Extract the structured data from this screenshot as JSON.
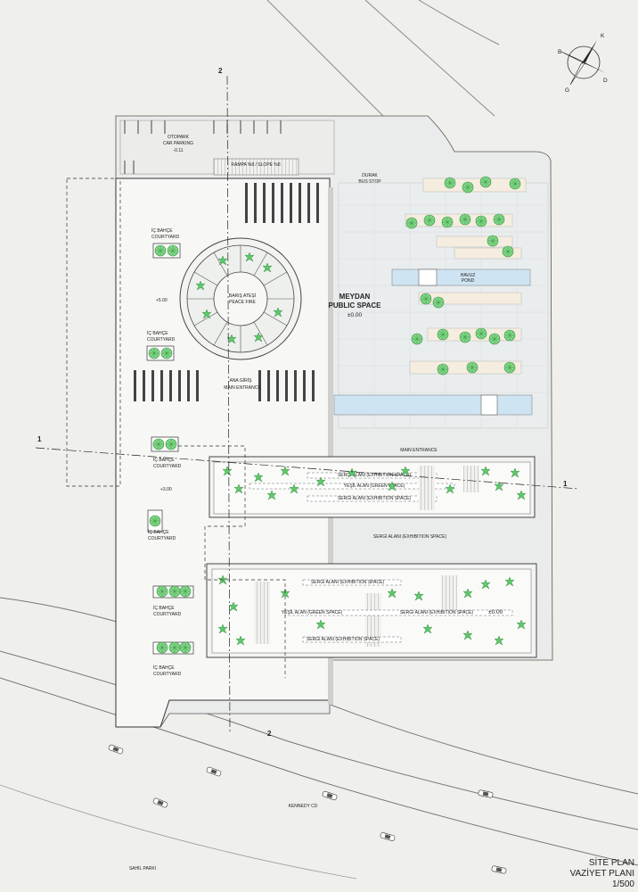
{
  "section_markers": {
    "one": "1",
    "two": "2"
  },
  "north_arrow": {
    "letters": {
      "n": "K",
      "s": "G",
      "e": "D",
      "w": "B"
    }
  },
  "labels": {
    "car_parking_tr": "OTOPARK",
    "car_parking_en": "CAR PARKING",
    "car_parking_level": "-0.11",
    "ramp_text": "RAMPA %8 / SLOPE %8",
    "bus_stop_tr": "DURAK",
    "bus_stop_en": "BUS STOP",
    "courtyard_tr": "İÇ BAHÇE",
    "courtyard_en": "COURTYARD",
    "level_plus_5": "+5.00",
    "level_plus_3": "+3.00",
    "level_zero": "±0.00",
    "peace_fire_tr": "BARIŞ ATEŞİ",
    "peace_fire_en": "PEACE FIRE",
    "main_entrance_tr": "ANA GİRİŞ",
    "main_entrance_en": "MAIN ENTRANCE",
    "main_entrance_upper": "MAIN ENTRANCE",
    "square_tr": "MEYDAN",
    "square_en": "PUBLIC SPACE",
    "pool_tr": "HAVUZ",
    "pool_en": "POND",
    "exhibition": "SERGİ ALANI (EXHIBITION SPACE)",
    "green": "YEŞİL ALAN (GREEN SPACE)",
    "road": "KENNEDY CD",
    "park": "SAHİL PARKI"
  },
  "title_block": {
    "line1": "SİTE PLAN",
    "line2": "VAZİYET PLANI",
    "scale": "1/500"
  },
  "colors": {
    "background": "#efefec",
    "building": "#f6f6f4",
    "plaza": "#e9ecec",
    "water": "#cfe4f2",
    "hedge": "#f5eee0",
    "tree": "#6ccf74"
  }
}
